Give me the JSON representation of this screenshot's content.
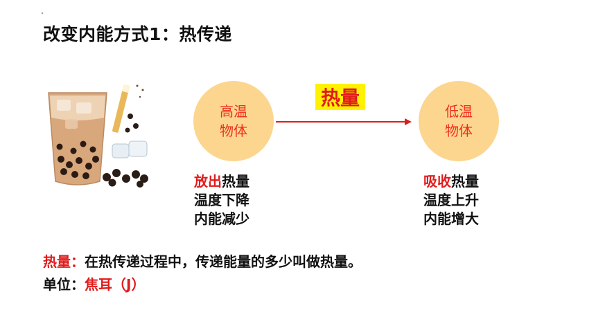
{
  "title": "改变内能方式1：热传递",
  "hot_body": {
    "line1": "高温",
    "line2": "物体"
  },
  "cold_body": {
    "line1": "低温",
    "line2": "物体"
  },
  "flow_label": "热量",
  "hot_effects": {
    "action_verb": "放出",
    "action_object": "热量",
    "temp": "温度下降",
    "energy": "内能减少"
  },
  "cold_effects": {
    "action_verb": "吸收",
    "action_object": "热量",
    "temp": "温度上升",
    "energy": "内能增大"
  },
  "definition": {
    "term": "热量：",
    "text": "在热传递过程中，传递能量的多少叫做热量。",
    "unit_label": "单位：",
    "unit_value": "焦耳（J）"
  },
  "colors": {
    "accent_red": "#e11b1b",
    "circle_fill": "#fcd68f",
    "highlight": "#fff200"
  },
  "illustration": "bubble-tea-with-ice-icon"
}
